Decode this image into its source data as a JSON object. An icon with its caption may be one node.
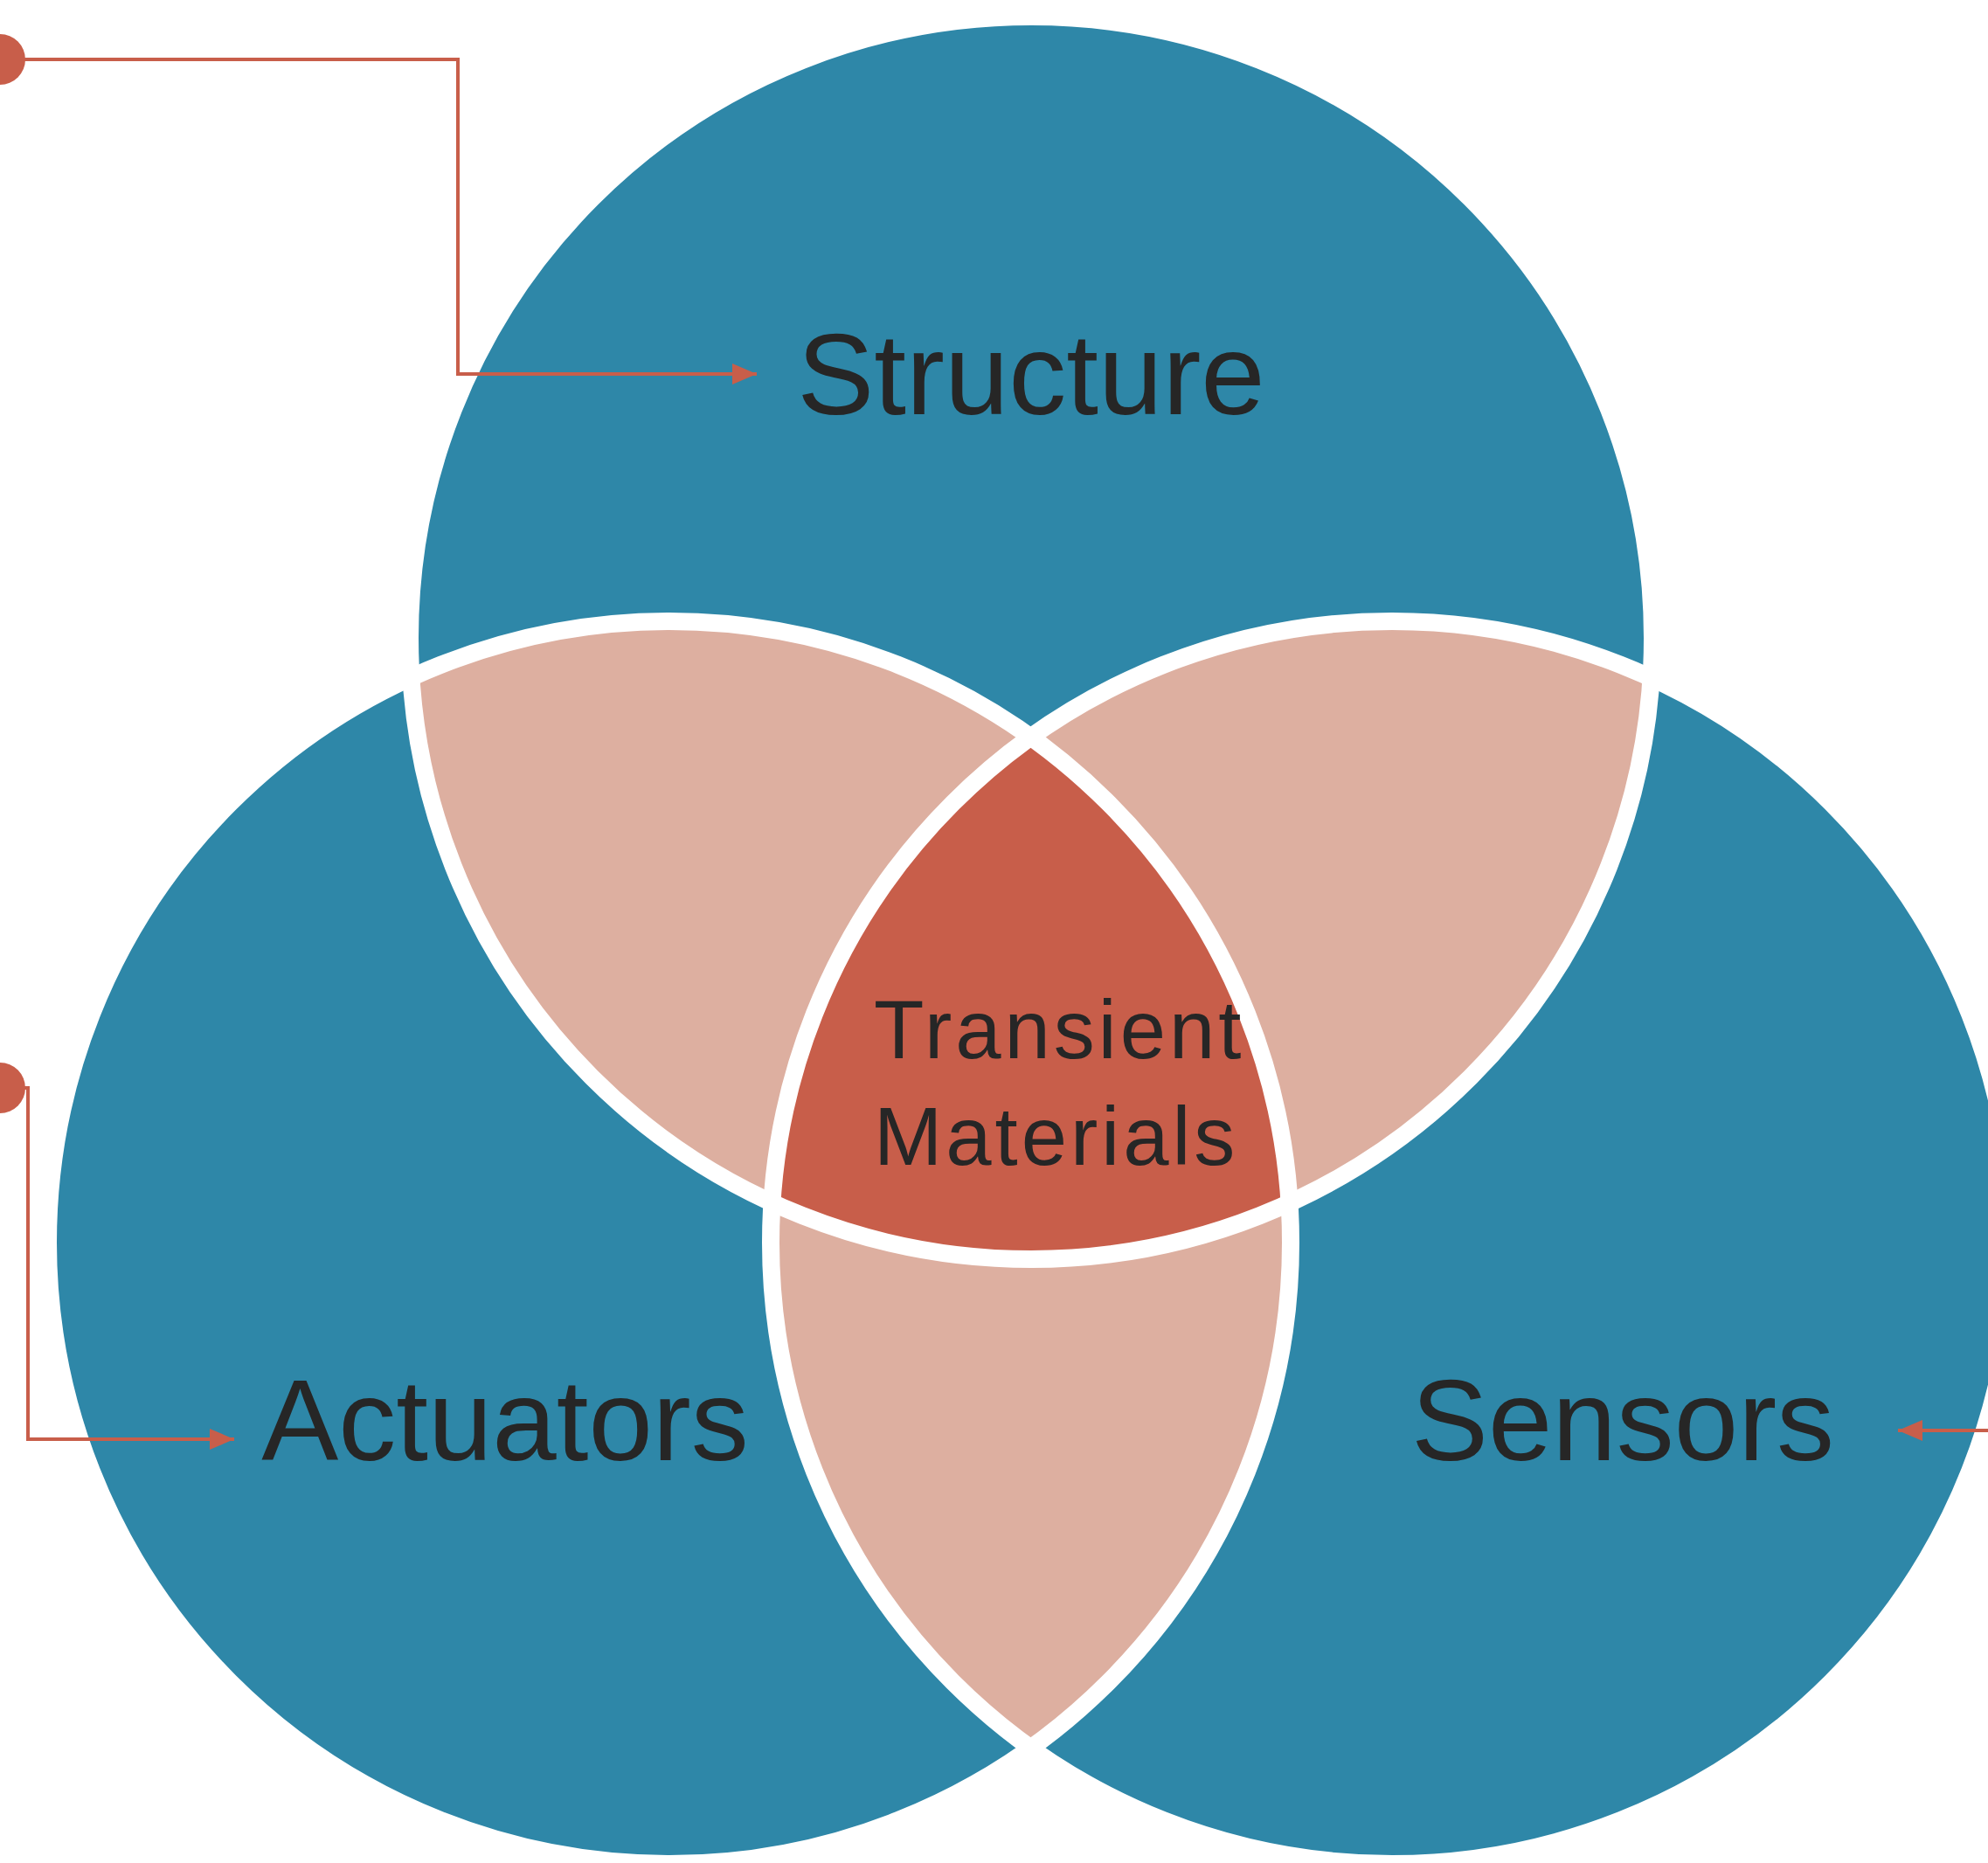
{
  "diagram": {
    "nodes": [
      {
        "text": [
          "Structure"
        ]
      },
      {
        "text": [
          "Actuators"
        ]
      },
      {
        "text": [
          "Sensors"
        ]
      },
      {
        "text": [
          "Transient Materials"
        ]
      },
      {
        "text": [],
        "shape": "circle"
      },
      {
        "text": [],
        "shape": "circle"
      },
      {
        "text": [],
        "shape": "lens"
      },
      {
        "text": [],
        "shape": "lens"
      },
      {
        "text": [],
        "shape": "lens"
      }
    ],
    "edges": [
      {
        "from": 4,
        "to": 0,
        "arrow": "to"
      },
      {
        "from": 5,
        "to": 1,
        "arrow": "to"
      },
      {
        "from": null,
        "to": 2,
        "arrow": "to"
      }
    ]
  }
}
